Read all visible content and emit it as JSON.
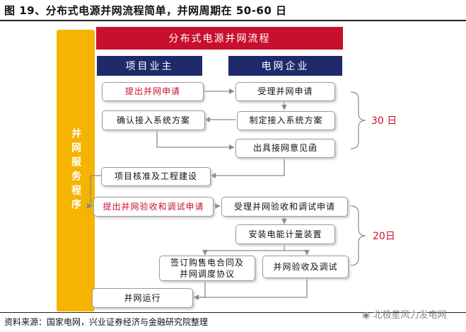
{
  "title": "图 19、分布式电源并网流程简单，并网周期在 50-60 日",
  "banner": "分布式电源并网流程",
  "side_label": "并网服务程序",
  "headers": {
    "owner": "项目业主",
    "grid": "电网企业"
  },
  "steps": {
    "apply": "提出并网申请",
    "accept_apply": "受理并网申请",
    "confirm_plan": "确认接入系统方案",
    "make_plan": "制定接入系统方案",
    "opinion": "出具接网意见函",
    "approval": "项目核准及工程建设",
    "apply_test": "提出并网验收和调试申请",
    "accept_test": "受理并网验收和调试申请",
    "meter": "安装电能计量装置",
    "contract": "签订购售电合同及\n并网调度协议",
    "test": "并网验收及调试",
    "operate": "并网运行"
  },
  "periods": {
    "first": "30 日",
    "second": "20日"
  },
  "footer": "资料来源：国家电网，兴业证券经济与金融研究院整理",
  "watermark": "北极星风力发电网"
}
